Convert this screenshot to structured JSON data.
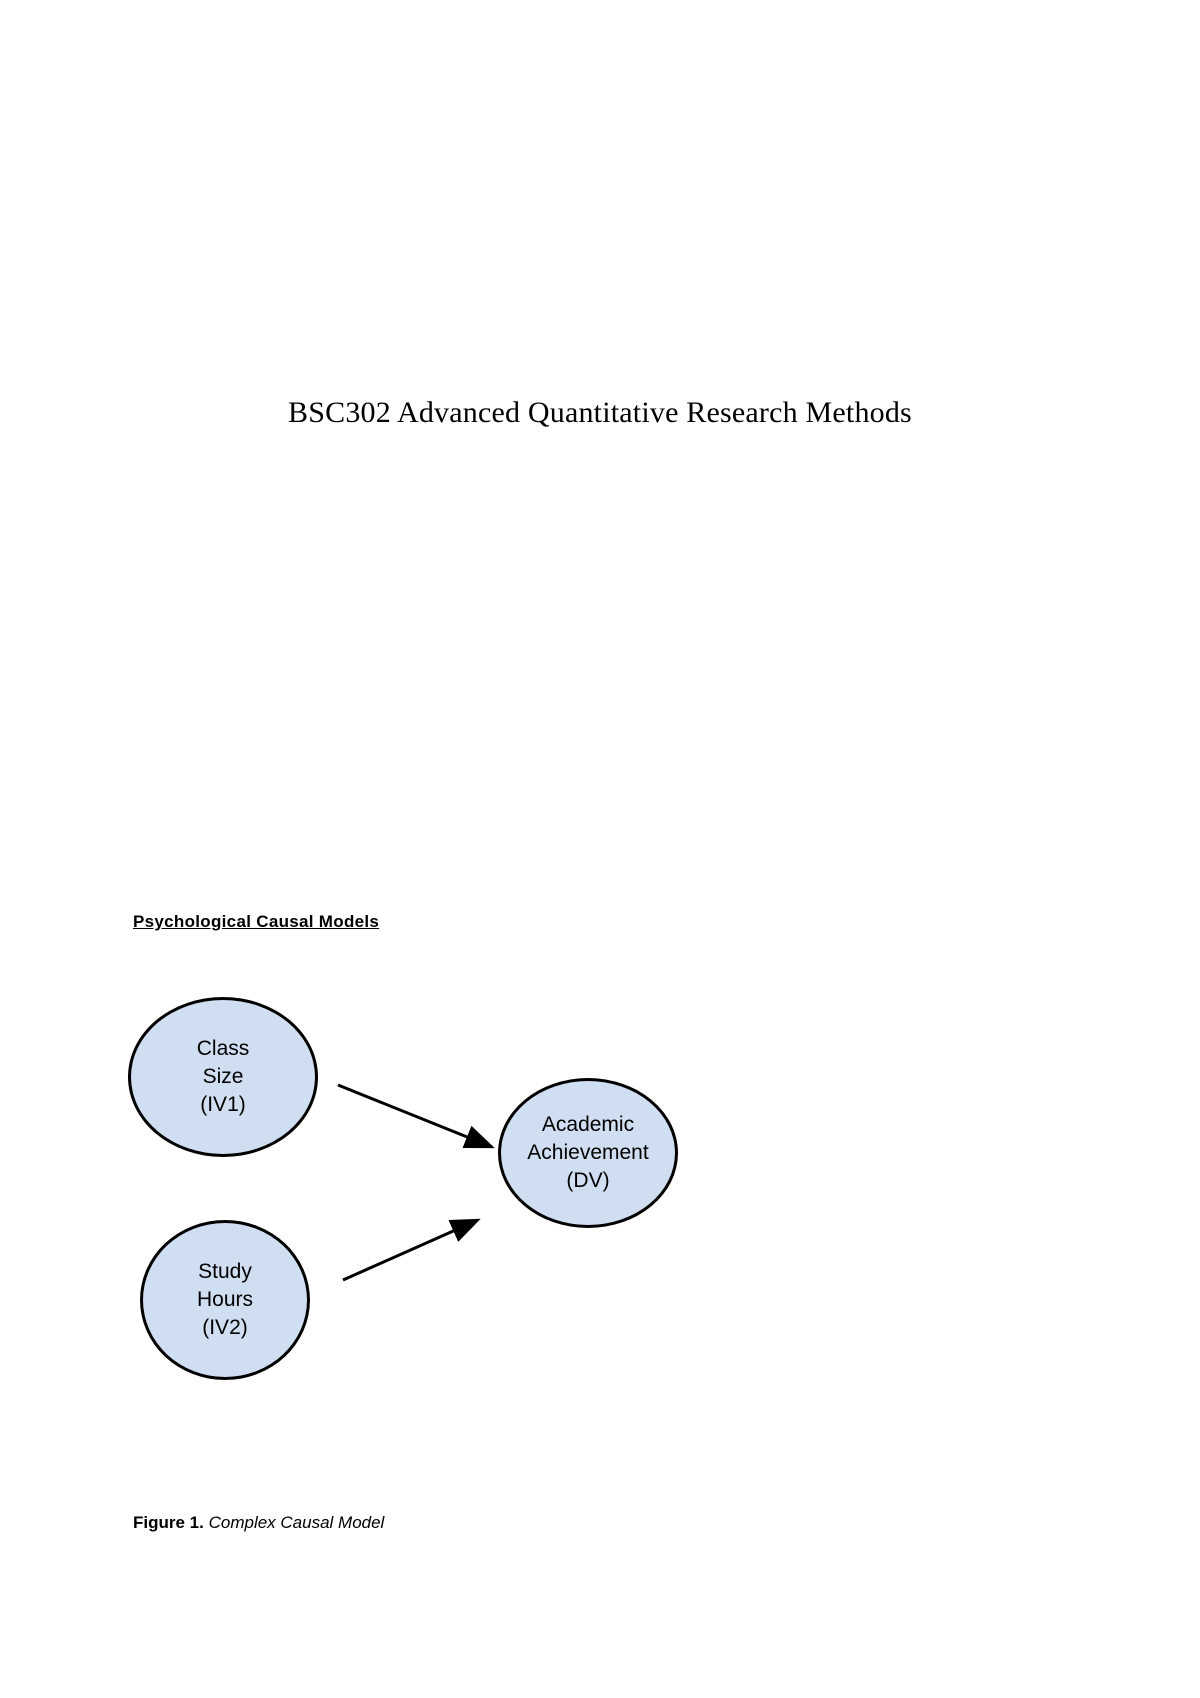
{
  "document": {
    "title": "BSC302 Advanced Quantitative Research Methods"
  },
  "section": {
    "heading": "Psychological Causal Models"
  },
  "figure": {
    "caption_label": "Figure 1.",
    "caption_text": "Complex Causal Model",
    "node_fill_color": "#cfdef0",
    "node_stroke_color": "#000000",
    "arrow_color": "#000000",
    "nodes": [
      {
        "id": "iv1",
        "lines": [
          "Class",
          "Size",
          "(IV1)"
        ],
        "role": "independent-variable"
      },
      {
        "id": "iv2",
        "lines": [
          "Study",
          "Hours",
          "(IV2)"
        ],
        "role": "independent-variable"
      },
      {
        "id": "dv",
        "lines": [
          "Academic",
          "Achievement",
          "(DV)"
        ],
        "role": "dependent-variable"
      }
    ],
    "arrows": [
      {
        "id": "arrow-iv1-dv",
        "from": "iv1",
        "to": "dv"
      },
      {
        "id": "arrow-iv2-dv",
        "from": "iv2",
        "to": "dv"
      }
    ]
  }
}
